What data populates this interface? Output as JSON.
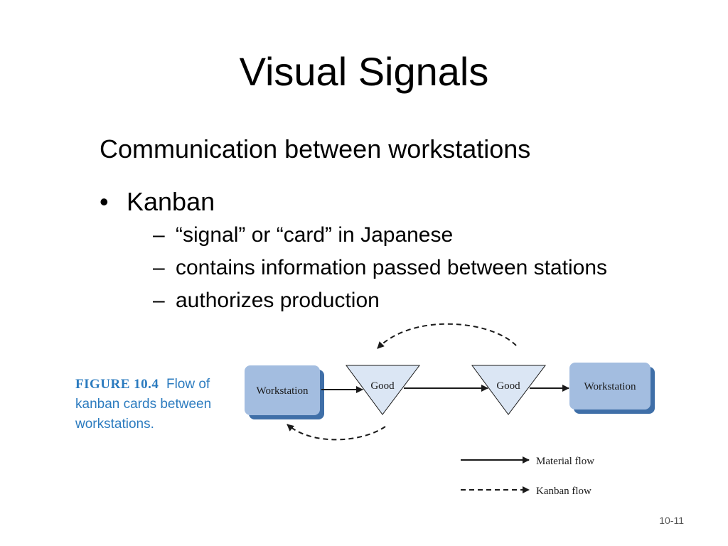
{
  "slide": {
    "title": "Visual Signals",
    "subtitle": "Communication between workstations",
    "bullet": {
      "marker": "•",
      "text": "Kanban"
    },
    "subpoints": [
      "“signal” or “card” in Japanese",
      "contains information passed between stations",
      "authorizes production"
    ],
    "subpoint_marker": "–",
    "page_number": "10-11"
  },
  "figure": {
    "label": "FIGURE 10.4",
    "caption": "Flow of kanban cards between workstations.",
    "nodes": {
      "workstation_left": "Workstation",
      "good_left": "Good",
      "good_right": "Good",
      "workstation_right": "Workstation"
    },
    "legend": {
      "material_flow": "Material flow",
      "kanban_flow": "Kanban flow"
    },
    "colors": {
      "workstation_fill": "#a3bde0",
      "workstation_shadow": "#3f6fa8",
      "good_fill": "#dbe6f4",
      "caption": "#2b7bbf",
      "arrow": "#1a1a1a"
    }
  }
}
